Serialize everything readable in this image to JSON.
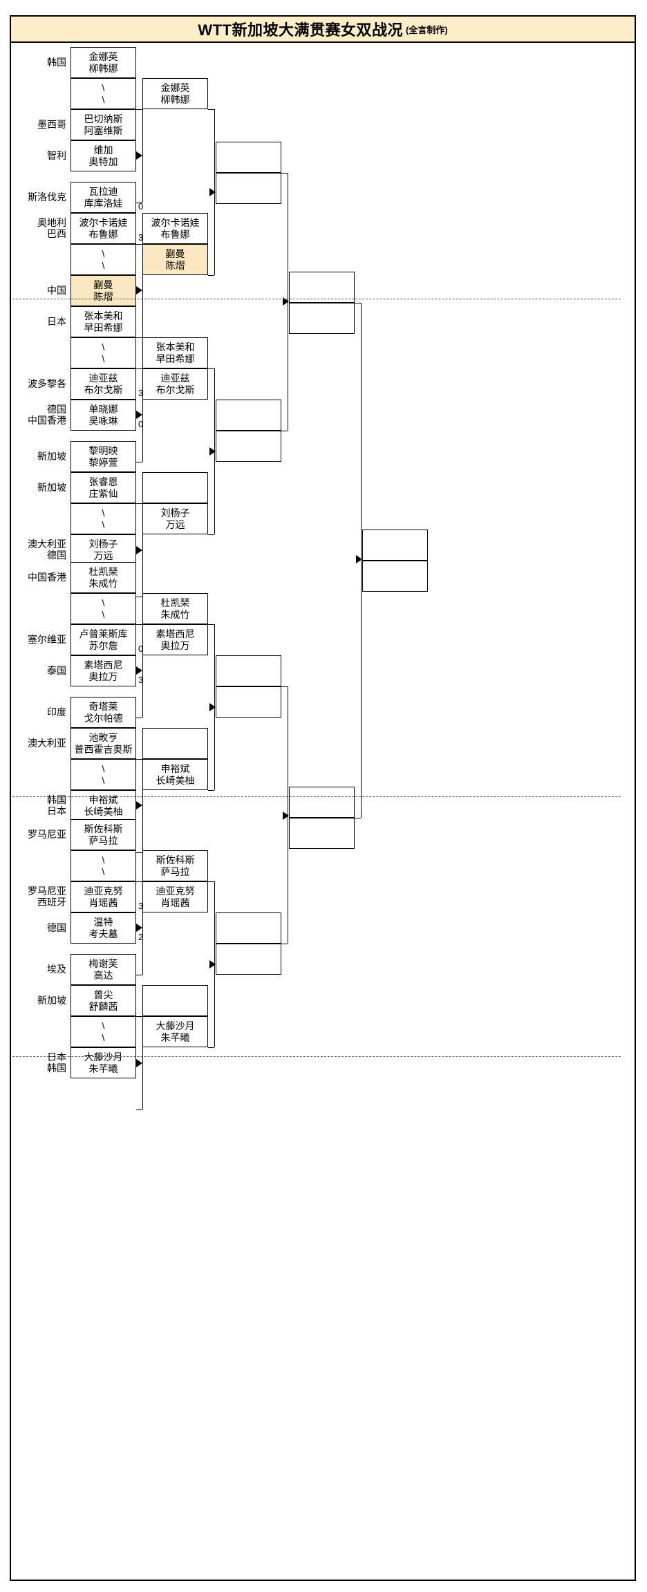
{
  "header": {
    "title_main": "WTT新加坡大满贯赛女双战况",
    "title_sub": "(全言制作)"
  },
  "bracket": {
    "r1": [
      {
        "id": "r1-1",
        "countries": [
          "韩国"
        ],
        "players": [
          "金娜英",
          "柳韩娜"
        ],
        "score": "",
        "highlight": false
      },
      {
        "id": "r1-2",
        "countries": [],
        "players": [
          "\\",
          "\\"
        ],
        "score": "",
        "highlight": false
      },
      {
        "id": "r1-3",
        "countries": [
          "墨西哥"
        ],
        "players": [
          "巴切纳斯",
          "阿塞维斯"
        ],
        "score": "",
        "highlight": false
      },
      {
        "id": "r1-4",
        "countries": [
          "智利"
        ],
        "players": [
          "维加",
          "奥特加"
        ],
        "score": "",
        "highlight": false
      },
      {
        "id": "r1-5",
        "countries": [
          "斯洛伐克"
        ],
        "players": [
          "瓦拉迪",
          "库库洛娃"
        ],
        "score": "0",
        "highlight": false
      },
      {
        "id": "r1-6",
        "countries": [
          "奥地利",
          "巴西"
        ],
        "players": [
          "波尔卡诺娃",
          "布鲁娜"
        ],
        "score": "3",
        "highlight": false
      },
      {
        "id": "r1-7",
        "countries": [],
        "players": [
          "\\",
          "\\"
        ],
        "score": "",
        "highlight": false
      },
      {
        "id": "r1-8",
        "countries": [
          "中国"
        ],
        "players": [
          "蒯曼",
          "陈熠"
        ],
        "score": "",
        "highlight": true
      },
      {
        "id": "r1-9",
        "countries": [
          "日本"
        ],
        "players": [
          "张本美和",
          "早田希娜"
        ],
        "score": "",
        "highlight": false
      },
      {
        "id": "r1-10",
        "countries": [],
        "players": [
          "\\",
          "\\"
        ],
        "score": "",
        "highlight": false
      },
      {
        "id": "r1-11",
        "countries": [
          "波多黎各"
        ],
        "players": [
          "迪亚兹",
          "布尔戈斯"
        ],
        "score": "3",
        "highlight": false
      },
      {
        "id": "r1-12",
        "countries": [
          "德国",
          "中国香港"
        ],
        "players": [
          "单晓娜",
          "吴咏琳"
        ],
        "score": "0",
        "highlight": false
      },
      {
        "id": "r1-13",
        "countries": [
          "新加坡"
        ],
        "players": [
          "黎明映",
          "黎婷萱"
        ],
        "score": "",
        "highlight": false
      },
      {
        "id": "r1-14",
        "countries": [
          "新加坡"
        ],
        "players": [
          "张睿恩",
          "庄紫仙"
        ],
        "score": "",
        "highlight": false
      },
      {
        "id": "r1-15",
        "countries": [],
        "players": [
          "\\",
          "\\"
        ],
        "score": "",
        "highlight": false
      },
      {
        "id": "r1-16",
        "countries": [
          "澳大利亚",
          "德国"
        ],
        "players": [
          "刘杨子",
          "万远"
        ],
        "score": "",
        "highlight": false
      },
      {
        "id": "r1-17",
        "countries": [
          "中国香港"
        ],
        "players": [
          "杜凯琹",
          "朱成竹"
        ],
        "score": "",
        "highlight": false
      },
      {
        "id": "r1-18",
        "countries": [],
        "players": [
          "\\",
          "\\"
        ],
        "score": "",
        "highlight": false
      },
      {
        "id": "r1-19",
        "countries": [
          "塞尔维亚"
        ],
        "players": [
          "卢普莱斯库",
          "苏尔詹"
        ],
        "score": "0",
        "highlight": false
      },
      {
        "id": "r1-20",
        "countries": [
          "泰国"
        ],
        "players": [
          "素塔西尼",
          "奥拉万"
        ],
        "score": "3",
        "highlight": false
      },
      {
        "id": "r1-21",
        "countries": [
          "印度"
        ],
        "players": [
          "奇塔莱",
          "戈尔帕德"
        ],
        "score": "",
        "highlight": false
      },
      {
        "id": "r1-22",
        "countries": [
          "澳大利亚"
        ],
        "players": [
          "池畋亨",
          "普西霍吉奥斯"
        ],
        "score": "",
        "highlight": false
      },
      {
        "id": "r1-23",
        "countries": [],
        "players": [
          "\\",
          "\\"
        ],
        "score": "",
        "highlight": false
      },
      {
        "id": "r1-24",
        "countries": [
          "韩国",
          "日本"
        ],
        "players": [
          "申裕斌",
          "长崎美柚"
        ],
        "score": "",
        "highlight": false
      },
      {
        "id": "r1-25",
        "countries": [
          "罗马尼亚"
        ],
        "players": [
          "斯佐科斯",
          "萨马拉"
        ],
        "score": "",
        "highlight": false
      },
      {
        "id": "r1-26",
        "countries": [],
        "players": [
          "\\",
          "\\"
        ],
        "score": "",
        "highlight": false
      },
      {
        "id": "r1-27",
        "countries": [
          "罗马尼亚",
          "西班牙"
        ],
        "players": [
          "迪亚克努",
          "肖瑶茜"
        ],
        "score": "3",
        "highlight": false
      },
      {
        "id": "r1-28",
        "countries": [
          "德国"
        ],
        "players": [
          "温特",
          "考夫墓"
        ],
        "score": "2",
        "highlight": false
      },
      {
        "id": "r1-29",
        "countries": [
          "埃及"
        ],
        "players": [
          "梅谢芙",
          "高达"
        ],
        "score": "",
        "highlight": false
      },
      {
        "id": "r1-30",
        "countries": [
          "新加坡"
        ],
        "players": [
          "曾尖",
          "舒麟茜"
        ],
        "score": "",
        "highlight": false
      },
      {
        "id": "r1-31",
        "countries": [],
        "players": [
          "\\",
          "\\"
        ],
        "score": "",
        "highlight": false
      },
      {
        "id": "r1-32",
        "countries": [
          "日本",
          "韩国"
        ],
        "players": [
          "大藤沙月",
          "朱芊曦"
        ],
        "score": "",
        "highlight": false
      }
    ],
    "r2": [
      {
        "id": "r2-1",
        "players": [
          "金娜英",
          "柳韩娜"
        ],
        "highlight": false
      },
      {
        "id": "r2-2",
        "players": [
          "波尔卡诺娃",
          "布鲁娜"
        ],
        "highlight": false
      },
      {
        "id": "r2-3",
        "players": [
          "蒯曼",
          "陈熠"
        ],
        "highlight": true
      },
      {
        "id": "r2-4",
        "players": [
          "张本美和",
          "早田希娜"
        ],
        "highlight": false
      },
      {
        "id": "r2-5",
        "players": [
          "迪亚兹",
          "布尔戈斯"
        ],
        "highlight": false
      },
      {
        "id": "r2-6",
        "players": [
          "",
          ""
        ],
        "highlight": false
      },
      {
        "id": "r2-7",
        "players": [
          "刘杨子",
          "万远"
        ],
        "highlight": false
      },
      {
        "id": "r2-8",
        "players": [
          "杜凯琹",
          "朱成竹"
        ],
        "highlight": false
      },
      {
        "id": "r2-9",
        "players": [
          "素塔西尼",
          "奥拉万"
        ],
        "highlight": false
      },
      {
        "id": "r2-10",
        "players": [
          "",
          ""
        ],
        "highlight": false
      },
      {
        "id": "r2-11",
        "players": [
          "申裕斌",
          "长崎美柚"
        ],
        "highlight": false
      },
      {
        "id": "r2-12",
        "players": [
          "斯佐科斯",
          "萨马拉"
        ],
        "highlight": false
      },
      {
        "id": "r2-13",
        "players": [
          "迪亚克努",
          "肖瑶茜"
        ],
        "highlight": false
      },
      {
        "id": "r2-14",
        "players": [
          "",
          ""
        ],
        "highlight": false
      },
      {
        "id": "r2-15",
        "players": [
          "大藤沙月",
          "朱芊曦"
        ],
        "highlight": false
      }
    ],
    "r3": [
      {
        "id": "r3-1",
        "players": [
          "",
          ""
        ]
      },
      {
        "id": "r3-2",
        "players": [
          "",
          ""
        ]
      },
      {
        "id": "r3-3",
        "players": [
          "",
          ""
        ]
      },
      {
        "id": "r3-4",
        "players": [
          "",
          ""
        ]
      },
      {
        "id": "r3-5",
        "players": [
          "",
          ""
        ]
      },
      {
        "id": "r3-6",
        "players": [
          "",
          ""
        ]
      },
      {
        "id": "r3-7",
        "players": [
          "",
          ""
        ]
      },
      {
        "id": "r3-8",
        "players": [
          "",
          ""
        ]
      }
    ],
    "r4": [
      {
        "id": "r4-1",
        "players": [
          "",
          ""
        ]
      },
      {
        "id": "r4-2",
        "players": [
          "",
          ""
        ]
      },
      {
        "id": "r4-3",
        "players": [
          "",
          ""
        ]
      },
      {
        "id": "r4-4",
        "players": [
          "",
          ""
        ]
      }
    ],
    "r5": [
      {
        "id": "r5-1",
        "players": [
          "",
          ""
        ]
      },
      {
        "id": "r5-2",
        "players": [
          "",
          ""
        ]
      }
    ]
  },
  "colors": {
    "highlight": "#fbe8c3",
    "title_bg": "#fdeec9",
    "line": "#000000"
  }
}
